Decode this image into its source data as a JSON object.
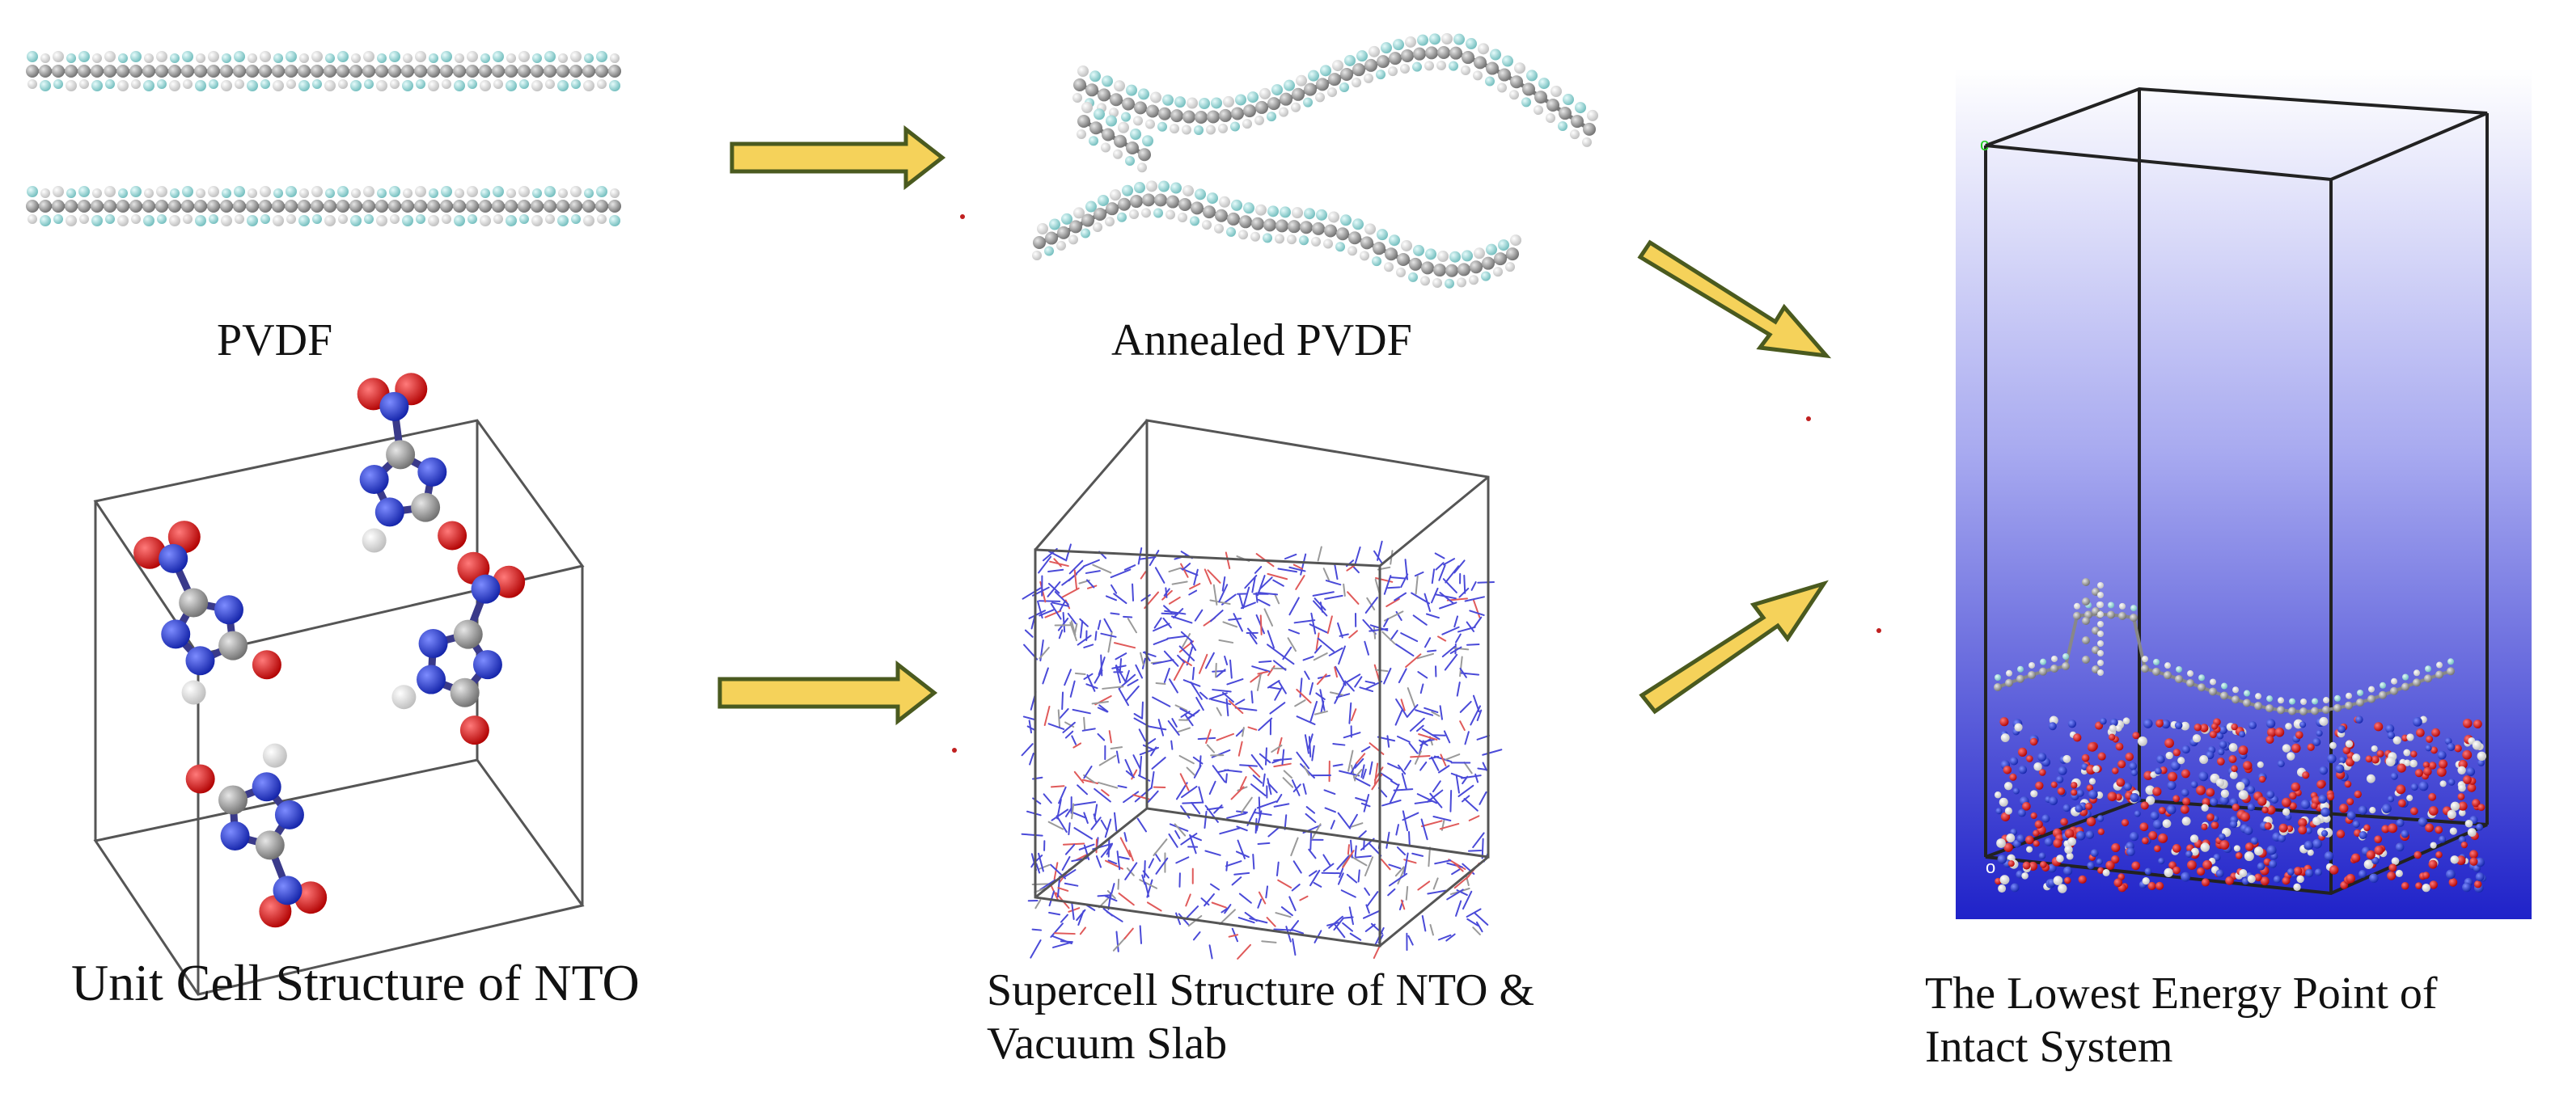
{
  "labels": {
    "pvdf": "PVDF",
    "annealed_pvdf": "Annealed PVDF",
    "unit_cell_nto": "Unit Cell Structure of NTO",
    "supercell_nto": "Supercell Structure of NTO & Vacuum Slab",
    "lowest_energy": "The Lowest Energy Point of Intact System"
  },
  "colors": {
    "arrow_fill": "#f5d25a",
    "arrow_stroke": "#4a5a1f",
    "carbon": "#8c8c8c",
    "nitrogen": "#2336d6",
    "oxygen": "#e01515",
    "hydrogen": "#f2f2f2",
    "fluorine": "#9fd8d8",
    "box_gradient_top": "#ffffff",
    "box_gradient_bottom": "#1f22c9"
  }
}
